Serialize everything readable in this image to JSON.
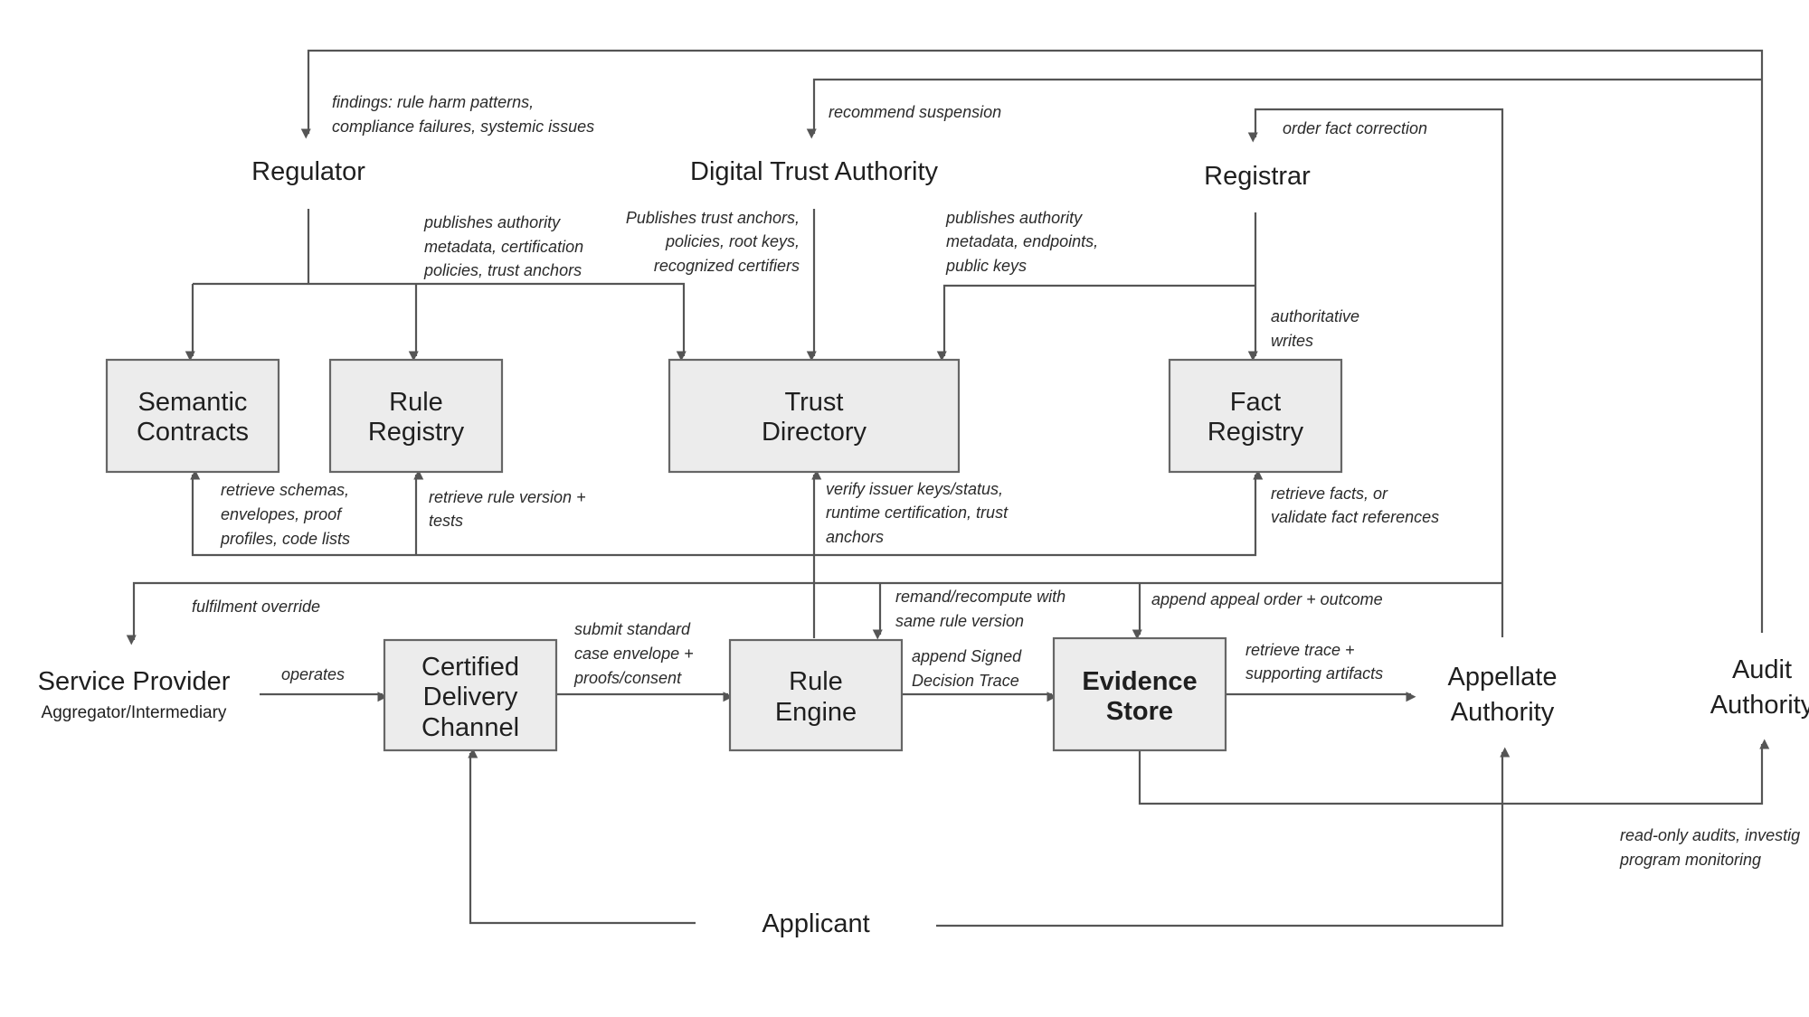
{
  "actors": {
    "regulator": "Regulator",
    "digital_trust_authority": "Digital Trust Authority",
    "registrar": "Registrar",
    "service_provider": "Service Provider",
    "service_provider_sub": "Aggregator/Intermediary",
    "appellate_authority": [
      "Appellate",
      "Authority"
    ],
    "audit_authority": [
      "Audit",
      "Authority"
    ],
    "applicant": "Applicant"
  },
  "boxes": {
    "semantic_contracts": [
      "Semantic",
      "Contracts"
    ],
    "rule_registry": [
      "Rule",
      "Registry"
    ],
    "trust_directory": [
      "Trust",
      "Directory"
    ],
    "fact_registry": [
      "Fact",
      "Registry"
    ],
    "certified_delivery_channel": [
      "Certified",
      "Delivery",
      "Channel"
    ],
    "rule_engine": [
      "Rule",
      "Engine"
    ],
    "evidence_store": [
      "Evidence",
      "Store"
    ]
  },
  "edge_labels": {
    "findings": [
      "findings: rule harm patterns,",
      "compliance failures, systemic issues"
    ],
    "recommend_suspension": [
      "recommend suspension"
    ],
    "order_fact_correction": [
      "order fact correction"
    ],
    "regulator_publishes": [
      "publishes authority",
      "metadata, certification",
      "policies, trust anchors"
    ],
    "dta_publishes": [
      "Publishes trust anchors,",
      "policies, root keys,",
      "recognized certifiers"
    ],
    "registrar_publishes": [
      "publishes authority",
      "metadata, endpoints,",
      "public keys"
    ],
    "authoritative_writes": [
      "authoritative",
      "writes"
    ],
    "retrieve_schemas": [
      "retrieve schemas,",
      "envelopes, proof",
      "profiles, code lists"
    ],
    "retrieve_rule_version": [
      "retrieve rule version +",
      "tests"
    ],
    "verify_issuer": [
      "verify issuer keys/status,",
      "runtime certification, trust",
      "anchors"
    ],
    "retrieve_facts": [
      "retrieve facts, or",
      "validate fact references"
    ],
    "fulfilment_override": [
      "fulfilment override"
    ],
    "remand": [
      "remand/recompute with",
      "same rule version"
    ],
    "append_appeal": [
      "append appeal order + outcome"
    ],
    "operates": [
      "operates"
    ],
    "submit_envelope": [
      "submit standard",
      "case envelope +",
      "proofs/consent"
    ],
    "append_trace": [
      "append Signed",
      "Decision Trace"
    ],
    "retrieve_trace": [
      "retrieve trace +",
      "supporting artifacts"
    ],
    "read_only_audits": [
      "read-only audits, investig",
      "program monitoring"
    ]
  }
}
